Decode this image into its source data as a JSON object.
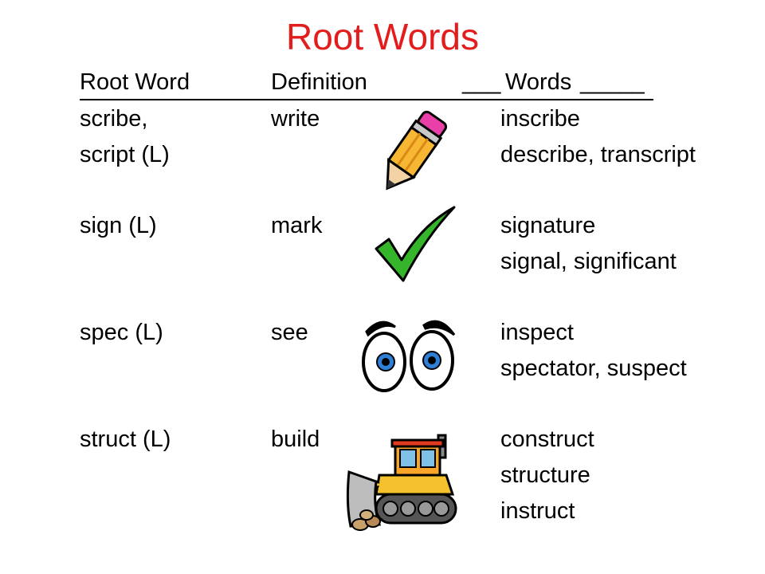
{
  "title": "Root Words",
  "colors": {
    "title": "#e31c1c",
    "text": "#000000"
  },
  "header": {
    "root_word": "Root Word",
    "definition": "Definition",
    "words_prefix": "___",
    "words": "Words",
    "words_suffix": "_____"
  },
  "rows": [
    {
      "root": "scribe,",
      "root2": "script (L)",
      "definition": "write",
      "words": [
        "inscribe",
        "describe, transcript"
      ],
      "icon": "pencil-icon"
    },
    {
      "root": "sign (L)",
      "definition": "mark",
      "words": [
        "signature",
        "signal, significant"
      ],
      "icon": "checkmark-icon"
    },
    {
      "root": "spec (L)",
      "definition": "see",
      "words": [
        "inspect",
        "spectator, suspect"
      ],
      "icon": "eyes-icon"
    },
    {
      "root": "struct (L)",
      "definition": "build",
      "words": [
        "construct",
        "structure",
        "instruct"
      ],
      "icon": "bulldozer-icon"
    }
  ]
}
